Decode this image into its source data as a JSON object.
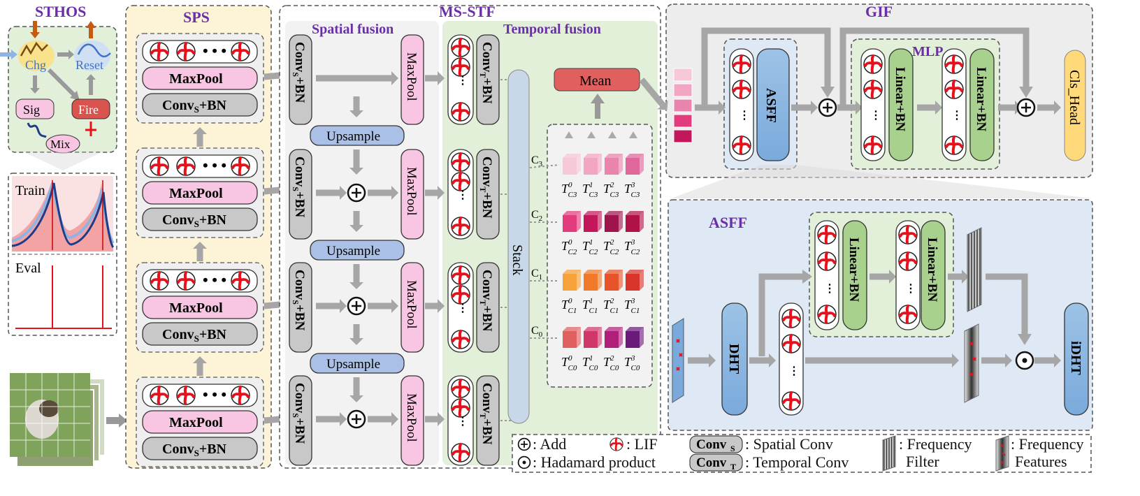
{
  "sections": {
    "sthos": "STHOS",
    "sps": "SPS",
    "msstf": "MS-STF",
    "spatial_fusion": "Spatial fusion",
    "temporal_fusion": "Temporal fusion",
    "gif": "GIF",
    "mlp": "MLP",
    "asff": "ASFF"
  },
  "sthos": {
    "chg": "Chg",
    "reset": "Reset",
    "sig": "Sig",
    "fire": "Fire",
    "mix": "Mix",
    "train": "Train",
    "eval": "Eval"
  },
  "sps_blocks": {
    "maxpool": "MaxPool",
    "conv_s_bn": "Conv",
    "conv_sub": "S",
    "plus_bn": "+BN"
  },
  "spatial": {
    "upsample": "Upsample",
    "maxpool": "MaxPool"
  },
  "temporal": {
    "stack": "Stack",
    "mean": "Mean",
    "c_labels": [
      "C",
      "C",
      "C",
      "C"
    ],
    "c_subs": [
      "3",
      "2",
      "1",
      "0"
    ]
  },
  "gif": {
    "asff": "ASFF",
    "linear_bn": "Linear+BN",
    "cls_head": "Cls_Head"
  },
  "asff_detail": {
    "dht": "DHT",
    "idht": "iDHT",
    "linear_bn": "Linear+BN"
  },
  "legend": {
    "add": ": Add",
    "lif": ": LIF",
    "conv_s_chip": "Conv",
    "conv_s_desc": ": Spatial Conv",
    "hadamard": ": Hadamard product",
    "conv_t_chip": "Conv",
    "conv_t_desc": ": Temporal  Conv",
    "freq_filter_1": ": Frequency",
    "freq_filter_2": "Filter",
    "freq_features_1": ": Frequency",
    "freq_features_2": "Features"
  },
  "colors": {
    "lif_red": "#e8101a",
    "pink_box": "#f8c6e2",
    "gray_box": "#c8c8c8",
    "upsample_blue": "#aac0e6",
    "sps_bg": "#fdf3d6",
    "temporal_bg": "#e2f0d9",
    "asff_bg": "#dfe9f5",
    "title_purple": "#6a2fa8"
  }
}
